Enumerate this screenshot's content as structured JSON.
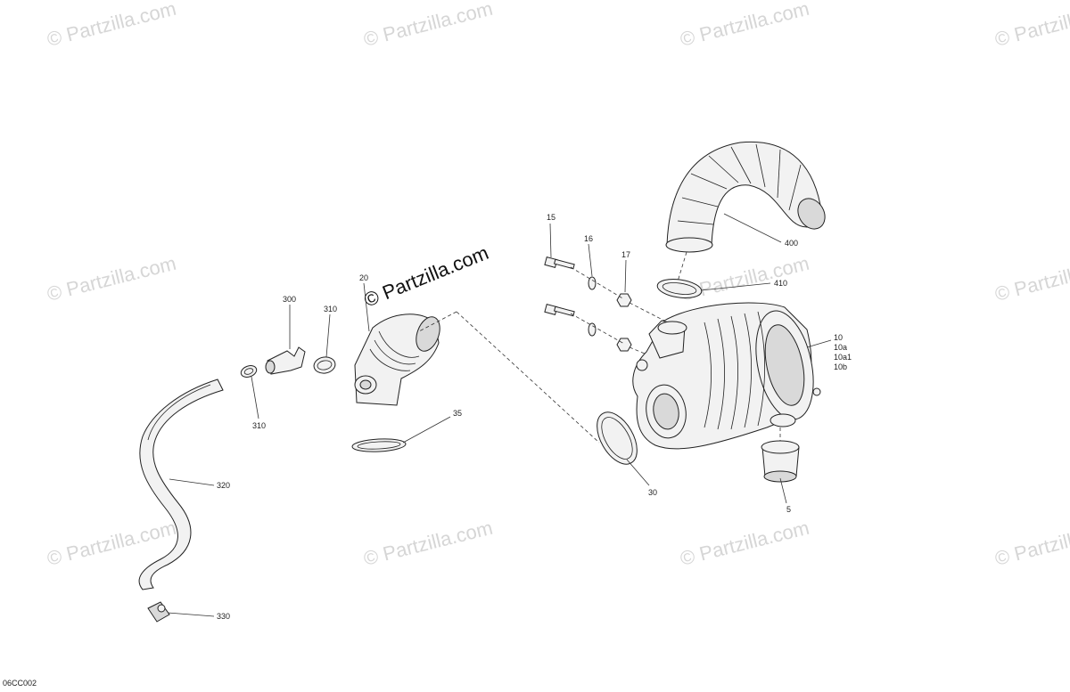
{
  "watermark": {
    "repeat_text": "© Partzilla.com",
    "main_text": "© Partzilla.com"
  },
  "diagram_code": "06CC002",
  "callouts": {
    "c15": "15",
    "c16": "16",
    "c17": "17",
    "c20": "20",
    "c300": "300",
    "c310_top": "310",
    "c310_bottom": "310",
    "c320": "320",
    "c330": "330",
    "c35": "35",
    "c30": "30",
    "c400": "400",
    "c410": "410",
    "c10": "10",
    "c10a": "10a",
    "c10a1": "10a1",
    "c10b": "10b",
    "c5": "5"
  },
  "colors": {
    "line": "#222222",
    "watermark": "#d6d6d6",
    "background": "#ffffff"
  }
}
